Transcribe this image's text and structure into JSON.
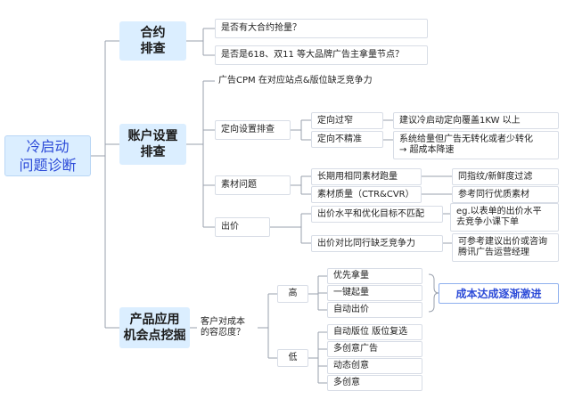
{
  "root": {
    "line1": "冷启动",
    "line2": "问题诊断"
  },
  "branch1": {
    "line1": "合约",
    "line2": "排查",
    "items": [
      "是否有大合约抢量？",
      "是否是618、双11 等大品牌广告主拿量节点？"
    ]
  },
  "branch2": {
    "line1": "账户设置",
    "line2": "排查",
    "competition": "广告CPM 在对应站点&版位缺乏竞争力",
    "targeting": {
      "label": "定向设置排查",
      "narrow": "定向过窄",
      "narrow_advice": "建议冷启动定向覆盖1KW 以上",
      "inaccurate": "定向不精准",
      "inaccurate_advice_1": "系统给量但广告无转化或者少转化",
      "inaccurate_advice_2": "→ 超成本降速"
    },
    "material": {
      "label": "素材问题",
      "reuse": "长期用相同素材跑量",
      "reuse_advice": "同指纹/新鲜度过滤",
      "quality": "素材质量（CTR&CVR）",
      "quality_advice": "参考同行优质素材"
    },
    "bid": {
      "label": "出价",
      "mismatch": "出价水平和优化目标不匹配",
      "mismatch_advice_1": "eg.以表单的出价水平",
      "mismatch_advice_2": "去竞争小课下单",
      "weak": "出价对比同行缺乏竞争力",
      "weak_advice_1": "可参考建议出价或咨询",
      "weak_advice_2": "腾讯广告运营经理"
    }
  },
  "branch3": {
    "line1": "产品应用",
    "line2": "机会点挖掘",
    "question_1": "客户对成本",
    "question_2": "的容忍度？",
    "high": {
      "label": "高",
      "items": [
        "优先拿量",
        "一键起量",
        "自动出价"
      ],
      "note": "成本达成逐渐激进"
    },
    "low": {
      "label": "低",
      "items": [
        "自动版位 版位复选",
        "多创意广告",
        "动态创意",
        "多创意"
      ]
    }
  },
  "colors": {
    "accent": "#2c4bd8",
    "node_fill": "#dbeeff",
    "line": "#9aa1ad"
  }
}
